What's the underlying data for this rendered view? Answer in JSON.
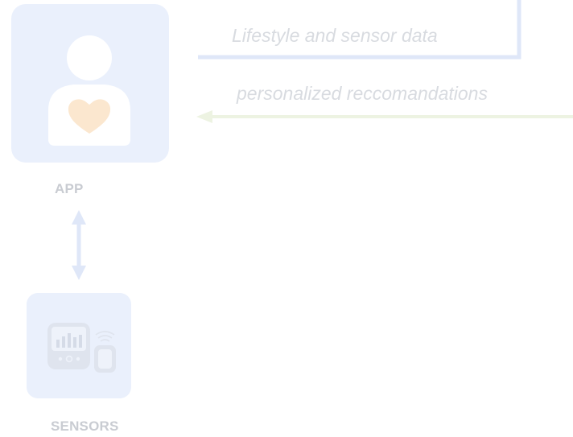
{
  "nodes": {
    "app": {
      "label": "APP",
      "icon": "user-heart-icon"
    },
    "sensors": {
      "label": "SENSORS",
      "icon": "wearable-sensor-icon"
    }
  },
  "flows": {
    "to_server": {
      "label": "Lifestyle and sensor data"
    },
    "to_app": {
      "label": "personalized reccomandations"
    }
  },
  "colors": {
    "tile": "#eaf0fc",
    "blue_line": "#dfe7f8",
    "green_line": "#edf3e2",
    "heart": "#fbe7cf",
    "label": "#c9ccd2",
    "flow_text": "#d8dbe0"
  }
}
